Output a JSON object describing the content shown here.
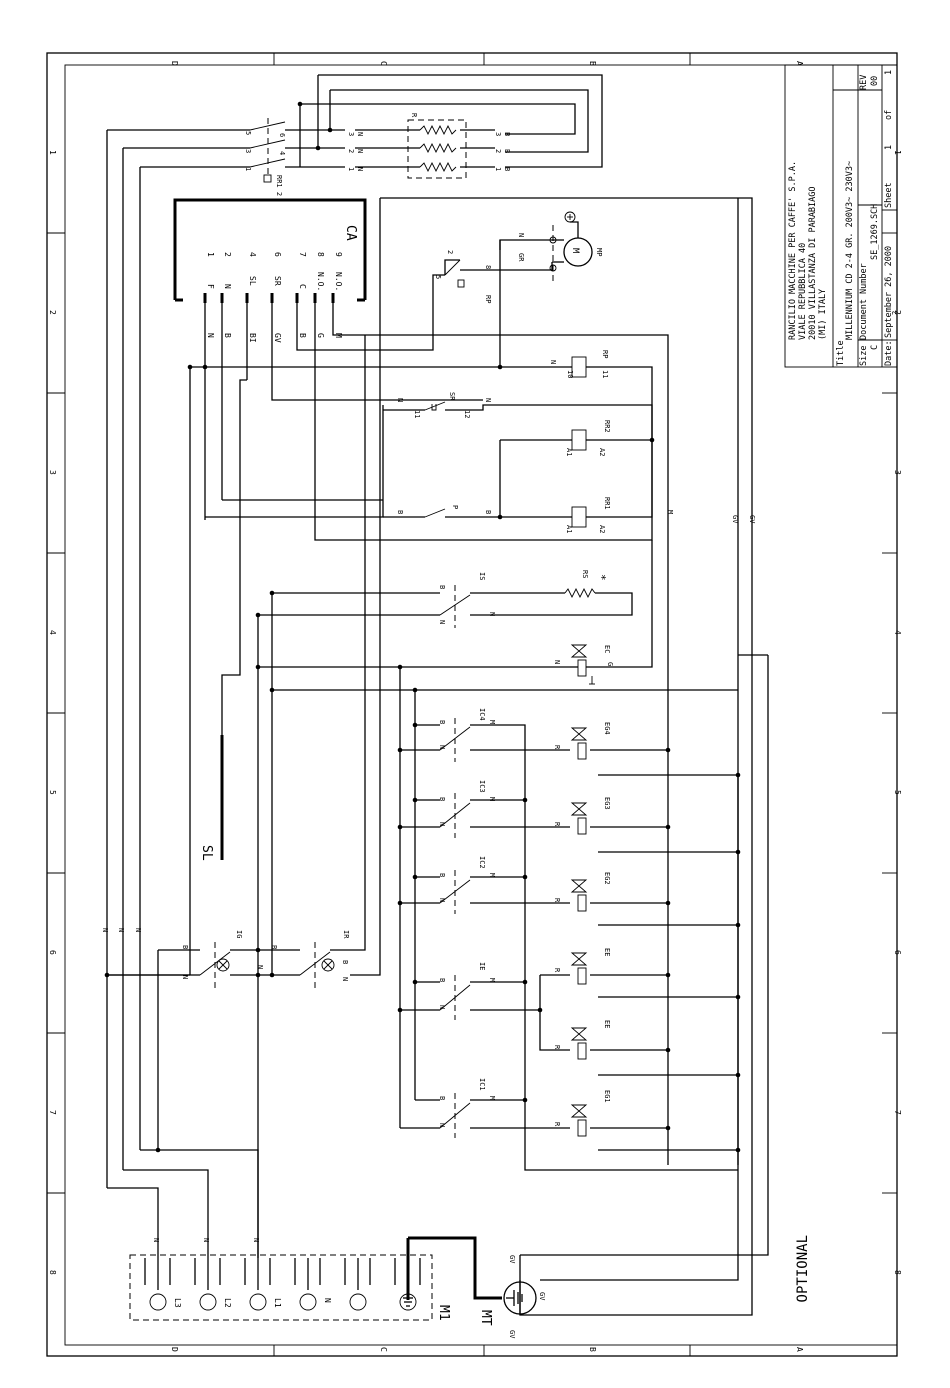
{
  "title_block": {
    "company": "RANCILIO MACCHINE PER CAFFE' S.P.A.",
    "address1": "VIALE REPUBBLICA 40",
    "address2": "20010 VILLASTANZA DI PARABIAGO",
    "address3": "(MI) ITALY",
    "title_label": "Title",
    "title_value": "MILLENNIUM CD 2-4 GR. 200V3~ 230V3~",
    "size_label": "Size",
    "size_value": "C",
    "docnum_label": "Document Number",
    "docnum_value": "SE_1269.SCH",
    "rev_label": "REV",
    "rev_value": "00",
    "date_label": "Date:",
    "date_value": "September 26, 2000",
    "sheet_label": "Sheet",
    "sheet_value": "1",
    "of_label": "of",
    "of_value": "1"
  },
  "frame": {
    "row_letters": [
      "D",
      "C",
      "B",
      "A"
    ],
    "col_numbers": [
      "1",
      "2",
      "3",
      "4",
      "5",
      "6",
      "7",
      "8"
    ]
  },
  "labels": {
    "ca": "CA",
    "ca_pins": [
      "1",
      "2",
      "4",
      "6",
      "7",
      "8",
      "9"
    ],
    "ca_funcs": [
      "F",
      "N",
      "SL",
      "SR",
      "C",
      "N.O.",
      "N.O."
    ],
    "ca_wires": [
      "N",
      "B",
      "BI",
      "GV",
      "B",
      "G",
      "M"
    ],
    "sl": "SL",
    "m1": "M1",
    "mt": "MT",
    "optional": "OPTIONAL",
    "terminals": [
      "L3",
      "L2",
      "L1",
      "N"
    ],
    "rr1": "RR1",
    "rr2": "RR2",
    "rp": "RP",
    "mp": "MP",
    "m": "M",
    "sr": "SR",
    "p": "P",
    "is": "IS",
    "rs": "RS",
    "ec": "EC",
    "ig": "IG",
    "ir": "IR",
    "r": "R",
    "ic": [
      "IC4",
      "IC3",
      "IC2",
      "IE",
      "IC1"
    ],
    "ev": [
      "EG4",
      "EG3",
      "EG2",
      "EE",
      "EE",
      "EG1"
    ],
    "gv": "GV",
    "n": "N",
    "b": "B",
    "g": "G",
    "gr": "GR",
    "a1": "A1",
    "a2": "A2",
    "num_10": "10",
    "num_11": "11",
    "num_12": "12",
    "star": "*"
  }
}
